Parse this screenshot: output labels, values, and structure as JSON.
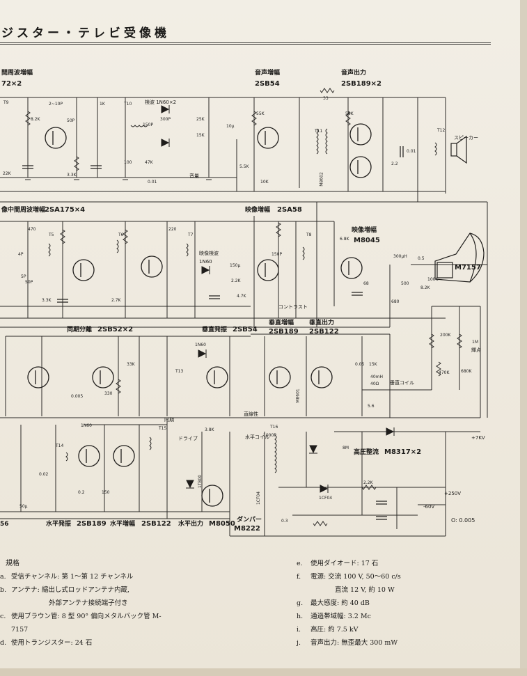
{
  "page": {
    "title": "ジスター・テレビ受像機",
    "footnote": "O: 0.005"
  },
  "blocks": {
    "if_amp_top": {
      "name": "間周波増幅",
      "part": "72×2"
    },
    "audio_amp": {
      "name": "音声増幅",
      "part": "2SB54"
    },
    "audio_out": {
      "name": "音声出力",
      "part": "2SB189×2"
    },
    "video_if": {
      "name": "像中間周波増幅",
      "part": "2SA175×4"
    },
    "video_amp1": {
      "name": "映像増幅",
      "part": "2SA58"
    },
    "video_amp2": {
      "name": "映像増幅",
      "part": "M8045"
    },
    "sync_sep": {
      "name": "同期分離",
      "part": "2SB52×2"
    },
    "vert_osc": {
      "name": "垂直発振",
      "part": "2SB54"
    },
    "vert_amp": {
      "name": "垂直増幅",
      "part": "2SB189"
    },
    "vert_out": {
      "name": "垂直出力",
      "part": "2SB122"
    },
    "horiz_osc": {
      "name": "水平発振",
      "part": "2SB189"
    },
    "horiz_amp": {
      "name": "水平増幅",
      "part": "2SB122"
    },
    "horiz_out": {
      "name": "水平出力",
      "part": "M8050"
    },
    "damper": {
      "name": "ダンパー",
      "part": "M8222"
    },
    "hv_rect": {
      "name": "高圧整流",
      "part": "M8317×2"
    },
    "left_num": {
      "part": "56"
    }
  },
  "labels": {
    "detector": "検波 1N60×2",
    "video_det": "映像検波",
    "det_diode": "1N60",
    "speaker": "スピーカー",
    "crt": "M7157",
    "contrast": "コントラスト",
    "volume": "音量",
    "hold": "同期",
    "drive": "ドライブ",
    "horiz_coil": "水平コイル",
    "linearity": "直線性",
    "vert_coil": "垂直コイル",
    "brightness": "輝点",
    "plus7kv": "+7KV",
    "plus250": "+250V",
    "minus60": "-60V",
    "t9": "T9",
    "t10": "T10",
    "t11": "T11",
    "t12": "T12",
    "t5": "T5",
    "t6": "T6",
    "t7": "T7",
    "t8": "T8",
    "t13": "T13",
    "t14": "T14",
    "t15": "T15",
    "t16": "T16",
    "m8602": "M8602",
    "m8601": "M8601",
    "d1n60a": "1N60",
    "d1n60b": "1N60",
    "d1t800": "1T800",
    "d1cf04a": "1CF04",
    "d1cf04b": "1CF04"
  },
  "components": [
    "2~10P",
    "50P",
    "1K",
    "33",
    "8.2K",
    "22K",
    "3.3K",
    "150P",
    "300P",
    "25K",
    "15K",
    "10μ",
    "100",
    "47K",
    "0.01",
    "10K",
    "5.5K",
    "55K",
    "56K",
    "2.2",
    "0.01",
    "4P",
    "5P",
    "50P",
    "470",
    "3.3K",
    "2.7K",
    "220",
    "150P",
    "150μ",
    "2.2K",
    "6.8K",
    "4.7K",
    "300μH",
    "0.5",
    "68",
    "100K",
    "680",
    "8.2K",
    "200K",
    "470K",
    "680K",
    "1M",
    "15K",
    "0.05",
    "500",
    "40mH",
    "40Ω",
    "5.6",
    "33K",
    "0.005",
    "330",
    "1000P",
    "2.2K",
    "8M",
    "3.8K",
    "0.3",
    "0.2",
    "0.02",
    "150",
    "50μ"
  ],
  "specs": {
    "heading": "規格",
    "left": [
      {
        "key": "a.",
        "text": "受信チャンネル: 第 1～第 12 チャンネル"
      },
      {
        "key": "b.",
        "text": "アンテナ: 縮出し式ロッドアンテナ内蔵,"
      },
      {
        "key": "",
        "text": "外部アンテナ接続端子付き"
      },
      {
        "key": "c.",
        "text": "使用ブラウン管: 8 型 90° 偏向メタルバック管 M-"
      },
      {
        "key": "",
        "text": "7157"
      },
      {
        "key": "d.",
        "text": "使用トランジスター: 24 石"
      }
    ],
    "right": [
      {
        "key": "e.",
        "text": "使用ダイオード: 17 石"
      },
      {
        "key": "f.",
        "text": "電源: 交流 100 V, 50～60 c/s"
      },
      {
        "key": "",
        "text": "直流 12 V, 約 10 W"
      },
      {
        "key": "g.",
        "text": "最大感度: 約 40 dB"
      },
      {
        "key": "h.",
        "text": "通過帯域幅: 3.2 Mc"
      },
      {
        "key": "i.",
        "text": "高圧: 約 7.5 kV"
      },
      {
        "key": "j.",
        "text": "音声出力: 無歪最大 300 mW"
      }
    ]
  }
}
